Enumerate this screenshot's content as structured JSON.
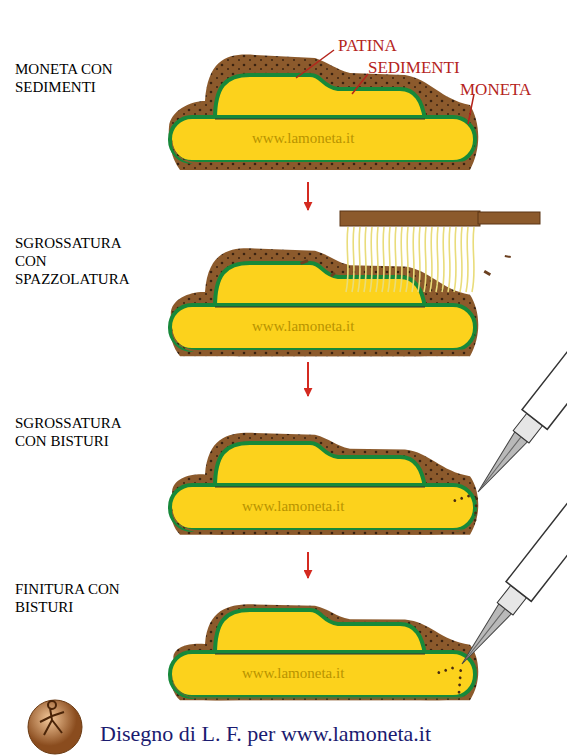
{
  "diagram": {
    "caption": "Disegno di L. F. per www.lamoneta.it",
    "nodes": [
      {
        "text": [
          "MONETA CON SEDIMENTI"
        ]
      },
      {
        "text": [
          "SGROSSATURA CON SPAZZOLATURA"
        ]
      },
      {
        "text": [
          "SGROSSATURA CON BISTURI"
        ]
      },
      {
        "text": [
          "FINITURA CON BISTURI"
        ]
      }
    ],
    "edges": [
      {
        "from": 0,
        "to": 1,
        "arrow": "to"
      },
      {
        "from": 1,
        "to": 2,
        "arrow": "to"
      },
      {
        "from": 2,
        "to": 3,
        "arrow": "to"
      }
    ],
    "labels": [
      "PATINA",
      "SEDIMENTI",
      "MONETA",
      "www.lamoneta.it",
      "www.lamoneta.it",
      "www.lamoneta.it",
      "www.lamoneta.it"
    ]
  }
}
